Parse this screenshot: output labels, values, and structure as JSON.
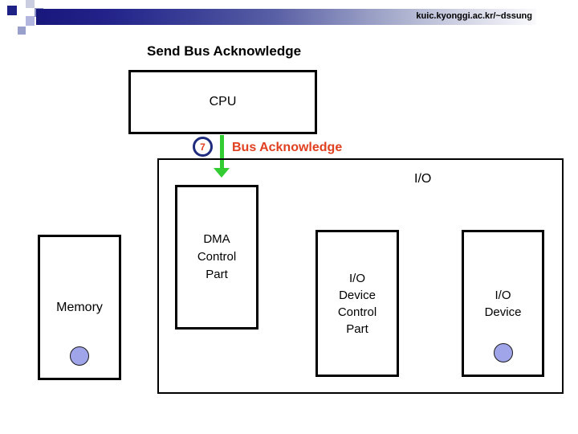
{
  "header": {
    "url": "kuic.kyonggi.ac.kr/~dssung"
  },
  "slide": {
    "title": "Send Bus Acknowledge"
  },
  "diagram": {
    "cpu": {
      "label": "CPU"
    },
    "step": {
      "number": "7",
      "label": "Bus Acknowledge"
    },
    "io_container": {
      "label": "I/O"
    },
    "dma": {
      "lines": [
        "DMA",
        "Control",
        "Part"
      ]
    },
    "memory": {
      "label": "Memory"
    },
    "io_device_control": {
      "lines": [
        "I/O",
        "Device",
        "Control",
        "Part"
      ]
    },
    "io_device": {
      "lines": [
        "I/O",
        "Device"
      ]
    }
  },
  "colors": {
    "header_navy": "#17177c",
    "badge_navy": "#1f2c7e",
    "arrow_green": "#33cc33",
    "step_red": "#e04020",
    "port_dot_lavender": "#a0a4e8",
    "box_border": "#000000"
  }
}
